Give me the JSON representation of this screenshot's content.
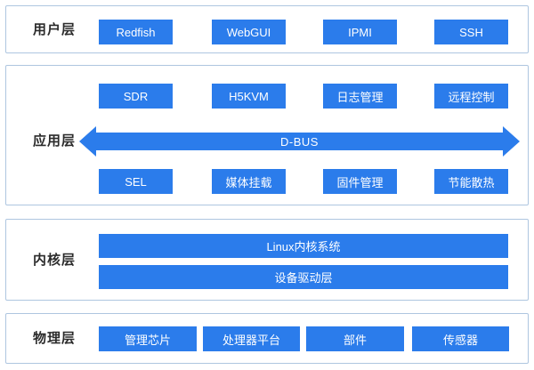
{
  "colors": {
    "accent_blue": "#2b7ceb",
    "section_border": "#aec6e0",
    "label_text": "#2b2b2b",
    "node_text": "#ffffff"
  },
  "layers": {
    "user": {
      "label": "用户层",
      "buttons": [
        "Redfish",
        "WebGUI",
        "IPMI",
        "SSH"
      ]
    },
    "app": {
      "label": "应用层",
      "top_buttons": [
        "SDR",
        "H5KVM",
        "日志管理",
        "远程控制"
      ],
      "bus_label": "D-BUS",
      "bottom_buttons": [
        "SEL",
        "媒体挂载",
        "固件管理",
        "节能散热"
      ]
    },
    "kernel": {
      "label": "内核层",
      "bars": [
        "Linux内核系统",
        "设备驱动层"
      ]
    },
    "physical": {
      "label": "物理层",
      "buttons": [
        "管理芯片",
        "处理器平台",
        "部件",
        "传感器"
      ]
    }
  }
}
